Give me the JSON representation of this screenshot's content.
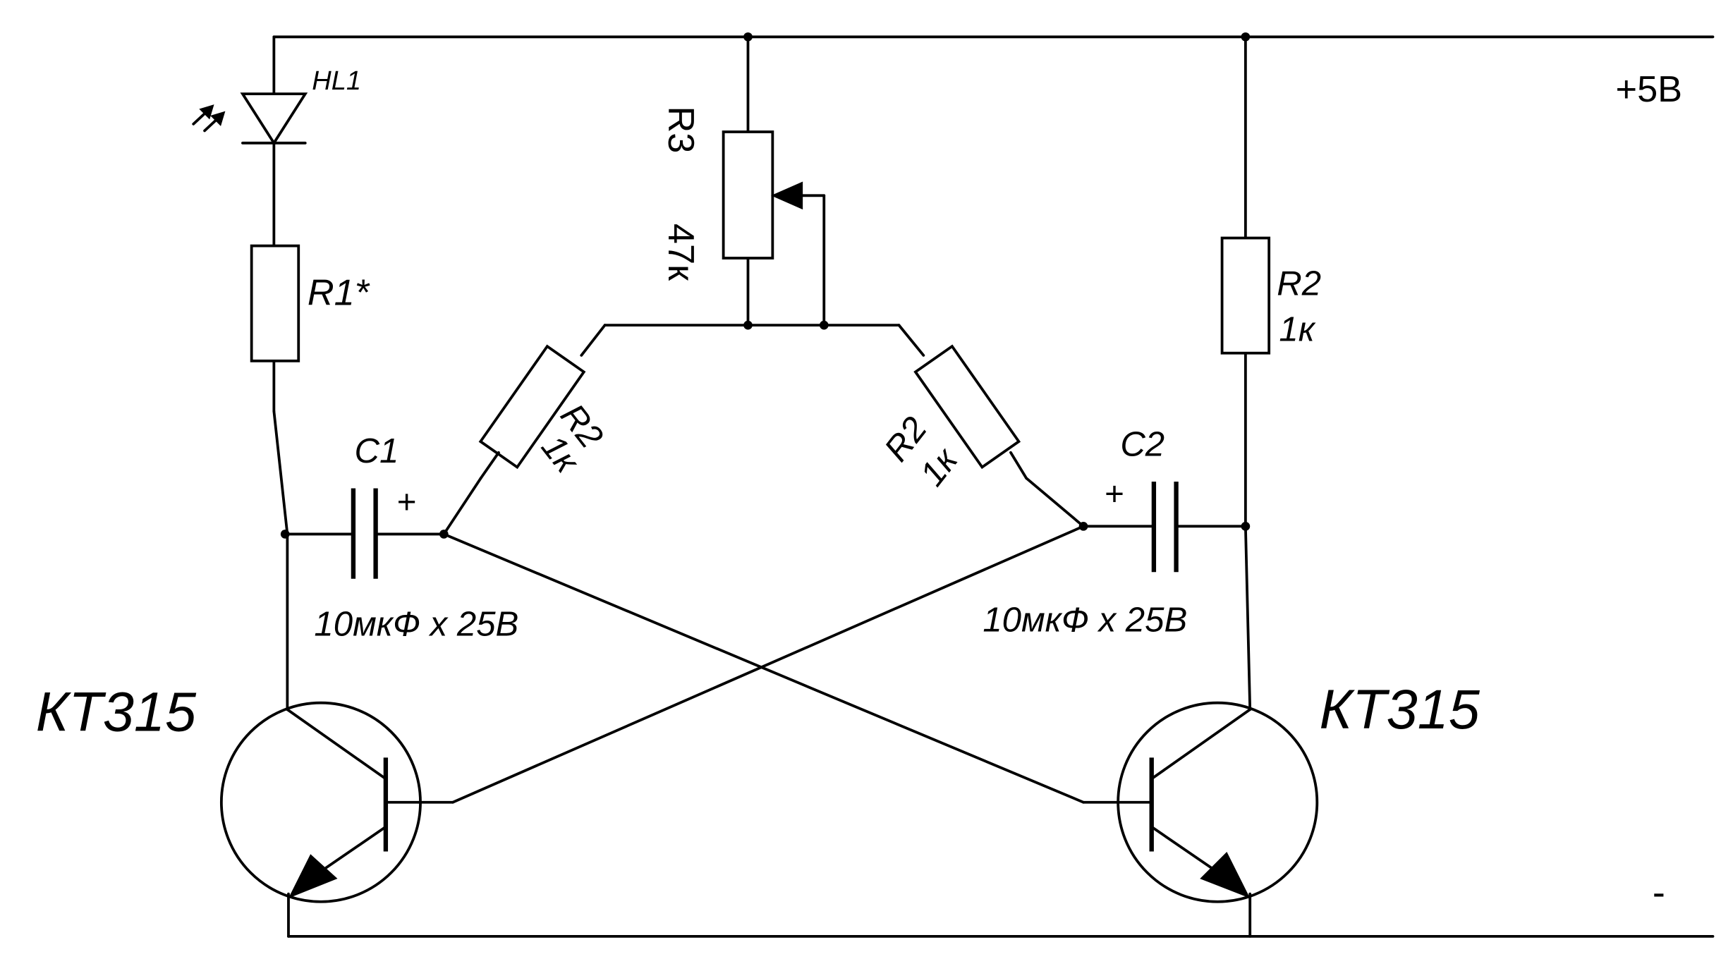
{
  "supply": {
    "positive_label": "+5В",
    "negative_label": "-"
  },
  "components": {
    "hl1": {
      "ref": "HL1"
    },
    "r1": {
      "ref": "R1*"
    },
    "r3": {
      "ref": "R3",
      "value": "47к"
    },
    "r_left": {
      "ref": "R2",
      "value": "1к"
    },
    "r_right": {
      "ref": "R2",
      "value": "1к"
    },
    "r_collector": {
      "ref": "R2",
      "value": "1к"
    },
    "c1": {
      "ref": "C1",
      "polarity": "+",
      "value": "10мкФ х 25В"
    },
    "c2": {
      "ref": "C2",
      "polarity": "+",
      "value": "10мкФ х 25В"
    },
    "q1": {
      "ref": "КТ315"
    },
    "q2": {
      "ref": "КТ315"
    }
  },
  "icons": {
    "led": "led-icon",
    "resistor": "resistor-icon",
    "potentiometer": "potentiometer-icon",
    "capacitor": "polarized-capacitor-icon",
    "transistor": "npn-transistor-icon"
  },
  "colors": {
    "ink": "#000000",
    "background": "#ffffff"
  }
}
